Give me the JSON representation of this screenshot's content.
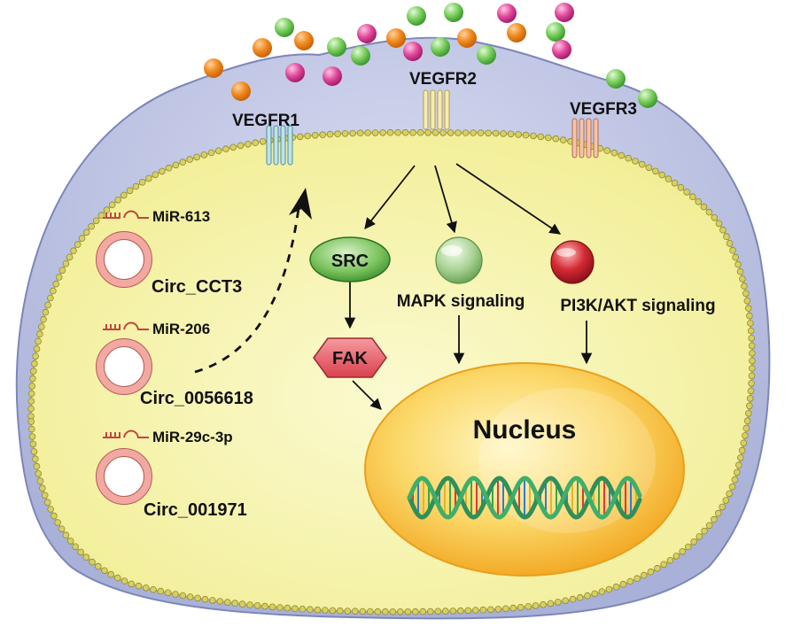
{
  "receptors": {
    "vegfr1": "VEGFR1",
    "vegfr2": "VEGFR2",
    "vegfr3": "VEGFR3"
  },
  "signaling": {
    "src": "SRC",
    "fak": "FAK",
    "mapk": "MAPK signaling",
    "pi3k": "PI3K/AKT signaling"
  },
  "nucleus": {
    "label": "Nucleus"
  },
  "circrnas": [
    {
      "mirna": "MiR-613",
      "circ": "Circ_CCT3"
    },
    {
      "mirna": "MiR-206",
      "circ": "Circ_0056618"
    },
    {
      "mirna": "MiR-29c-3p",
      "circ": "Circ_001971"
    }
  ],
  "colors": {
    "membrane": "#c4c9e4",
    "cytoplasm": "#f5f3a4",
    "nucleus": "#f6b42a",
    "ligand_orange": "#f08a1c",
    "ligand_green": "#79cf5c",
    "ligand_pink": "#e24a9c",
    "circ_ring": "#f2a9a2",
    "src_node": "#5fae4a",
    "mapk_node": "#a9d394",
    "pi3k_node": "#d42b35",
    "fak_node": "#e8606b"
  }
}
